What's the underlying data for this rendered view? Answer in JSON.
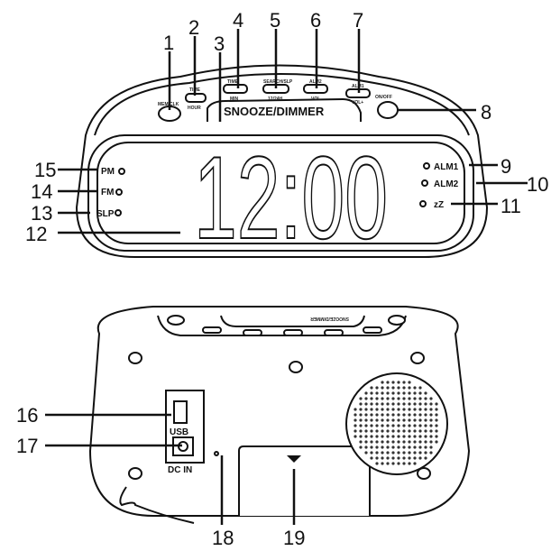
{
  "title": "Clock radio parts diagram",
  "callouts": [
    "1",
    "2",
    "3",
    "4",
    "5",
    "6",
    "7",
    "8",
    "9",
    "10",
    "11",
    "12",
    "13",
    "14",
    "15",
    "16",
    "17",
    "18",
    "19"
  ],
  "front": {
    "buttons": {
      "mem_clk": "MEM/CLK",
      "time": "TIME",
      "hour": "HOUR",
      "time_set": "TIME",
      "min": "MIN",
      "search_slp": "SEARCH/SLP",
      "h12_24": "12/24H",
      "alm2": "ALM2",
      "vol_minus": "VOL-",
      "alm1": "ALM1",
      "vol_plus": "VOL+",
      "on_off": "ON/OFF",
      "snooze": "SNOOZE/DIMMER"
    },
    "indicators": {
      "pm": "PM",
      "fm": "FM",
      "slp": "SLP",
      "alm1": "ALM1",
      "alm2": "ALM2",
      "zz": "zZ"
    },
    "display_time": "12:00"
  },
  "back": {
    "snooze_mirrored": "SNOOZE/DIMMER",
    "usb": "USB",
    "dc_in": "DC  IN"
  }
}
